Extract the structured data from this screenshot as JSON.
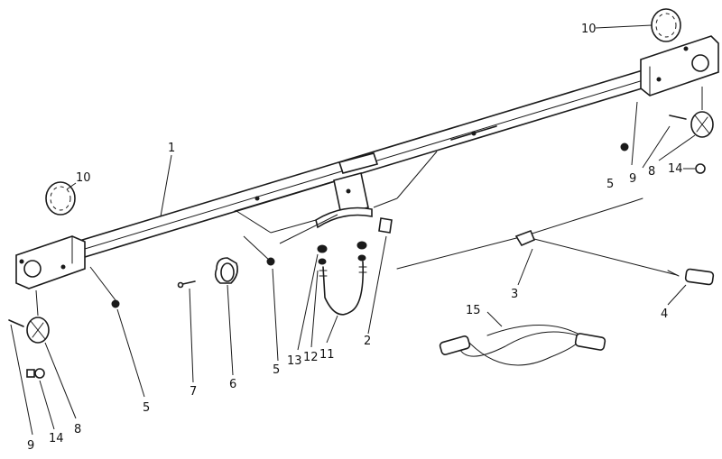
{
  "labels": {
    "l1": "1",
    "l2": "2",
    "l3": "3",
    "l4": "4",
    "l5a": "5",
    "l5b": "5",
    "l5c": "5",
    "l6": "6",
    "l7": "7",
    "l8a": "8",
    "l8b": "8",
    "l9a": "9",
    "l9b": "9",
    "l10a": "10",
    "l10b": "10",
    "l11": "11",
    "l12": "12",
    "l13": "13",
    "l14a": "14",
    "l14b": "14",
    "l15": "15"
  },
  "colors": {
    "ink": "#1a1a1a",
    "paper": "#ffffff"
  }
}
